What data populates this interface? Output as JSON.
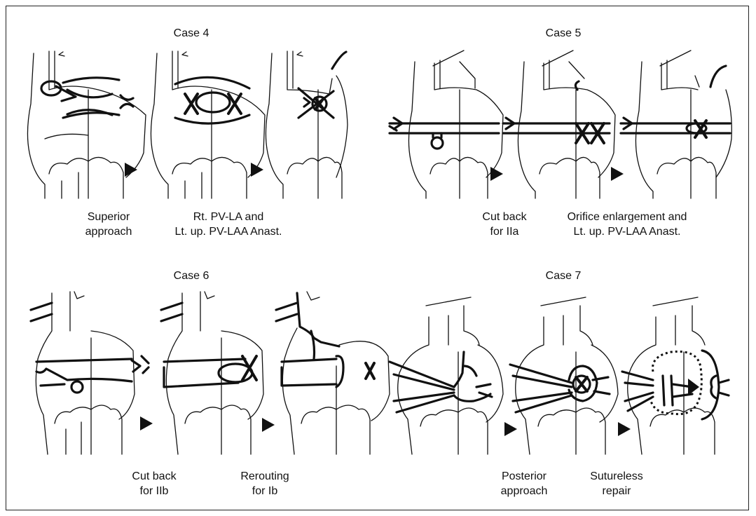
{
  "cases": {
    "case4": {
      "title": "Case 4",
      "captions": [
        {
          "line1": "Superior",
          "line2": "approach"
        },
        {
          "line1": "Rt. PV-LA and",
          "line2": "Lt. up. PV-LAA Anast."
        }
      ]
    },
    "case5": {
      "title": "Case 5",
      "captions": [
        {
          "line1": "Cut back",
          "line2": "for IIa"
        },
        {
          "line1": "Orifice enlargement and",
          "line2": "Lt. up. PV-LAA Anast."
        }
      ]
    },
    "case6": {
      "title": "Case 6",
      "captions": [
        {
          "line1": "Cut back",
          "line2": "for IIb"
        },
        {
          "line1": "Rerouting",
          "line2": "for Ib"
        }
      ]
    },
    "case7": {
      "title": "Case 7",
      "captions": [
        {
          "line1": "Posterior",
          "line2": "approach"
        },
        {
          "line1": "Sutureless",
          "line2": "repair"
        }
      ]
    }
  }
}
